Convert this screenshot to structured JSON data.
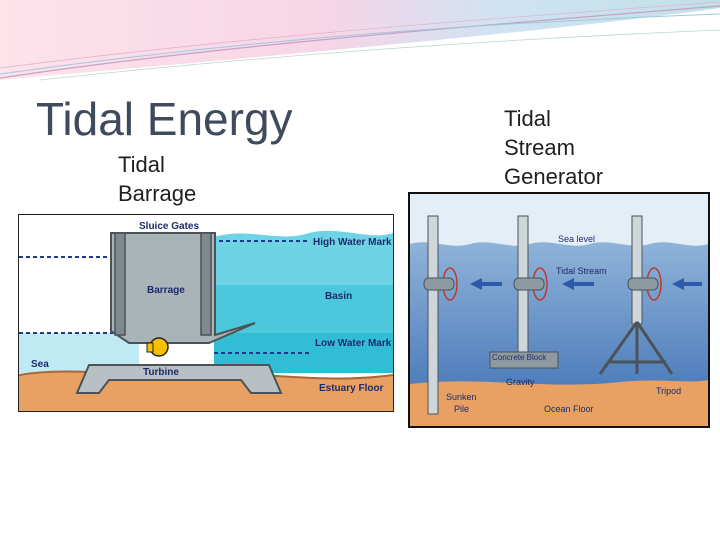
{
  "slide": {
    "title": "Tidal Energy",
    "left_subtitle": [
      "Tidal",
      "Barrage"
    ],
    "right_subtitle": [
      "Tidal",
      "Stream",
      "Generator"
    ]
  },
  "barrage_figure": {
    "labels": {
      "sluice_gates": "Sluice Gates",
      "high_water_mark": "High Water Mark",
      "barrage": "Barrage",
      "basin": "Basin",
      "low_water_mark": "Low Water Mark",
      "sea": "Sea",
      "turbine": "Turbine",
      "estuary_floor": "Estuary Floor"
    }
  },
  "stream_figure": {
    "labels": {
      "sea_level": "Sea level",
      "tidal_stream": "Tidal Stream",
      "concrete_block": "Concrete Block",
      "gravity": "Gravity",
      "tripod": "Tripod",
      "sunken_pile": [
        "Sunken",
        "Pile"
      ],
      "ocean_floor": "Ocean Floor"
    }
  },
  "colors": {
    "title": "#3f4a5a",
    "water_light": "#bfe9f3",
    "water_mid": "#6fd3e6",
    "water_deep": "#1fb7cf",
    "sand": "#e8a162",
    "ocean_blue": "#3d6fb3",
    "arrow_blue": "#2c5aa8"
  }
}
